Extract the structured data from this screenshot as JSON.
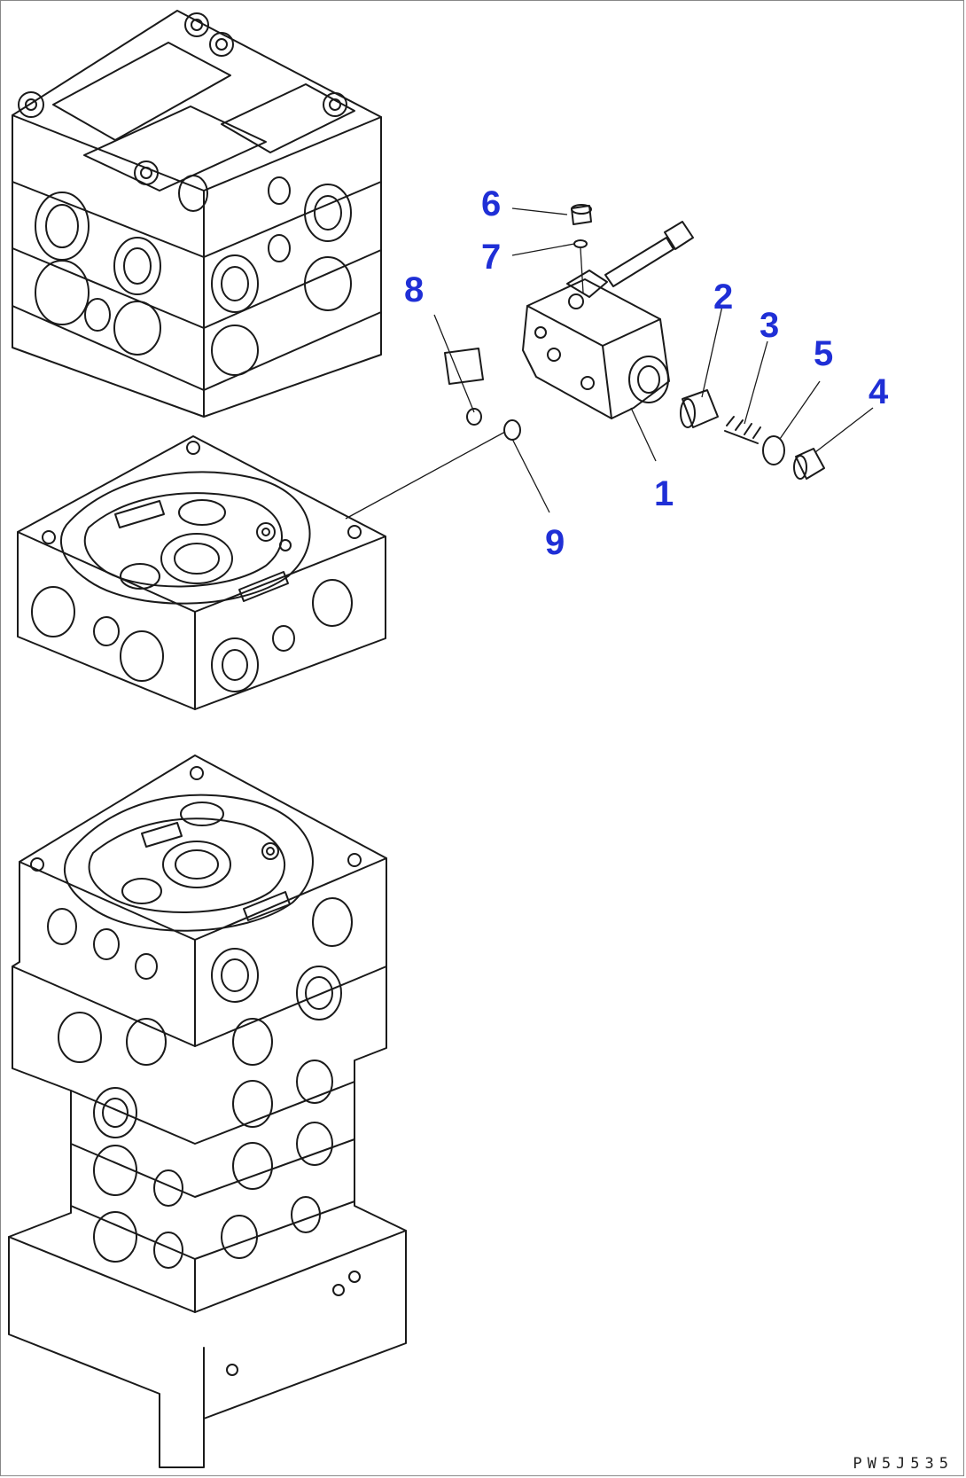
{
  "callouts": [
    {
      "id": "c1",
      "label": "1"
    },
    {
      "id": "c2",
      "label": "2"
    },
    {
      "id": "c3",
      "label": "3"
    },
    {
      "id": "c4",
      "label": "4"
    },
    {
      "id": "c5",
      "label": "5"
    },
    {
      "id": "c6",
      "label": "6"
    },
    {
      "id": "c7",
      "label": "7"
    },
    {
      "id": "c8",
      "label": "8"
    },
    {
      "id": "c9",
      "label": "9"
    }
  ],
  "drawing_code": "PW5J535",
  "colors": {
    "callout": "#1f2fd6",
    "line": "#1a1a1a"
  }
}
